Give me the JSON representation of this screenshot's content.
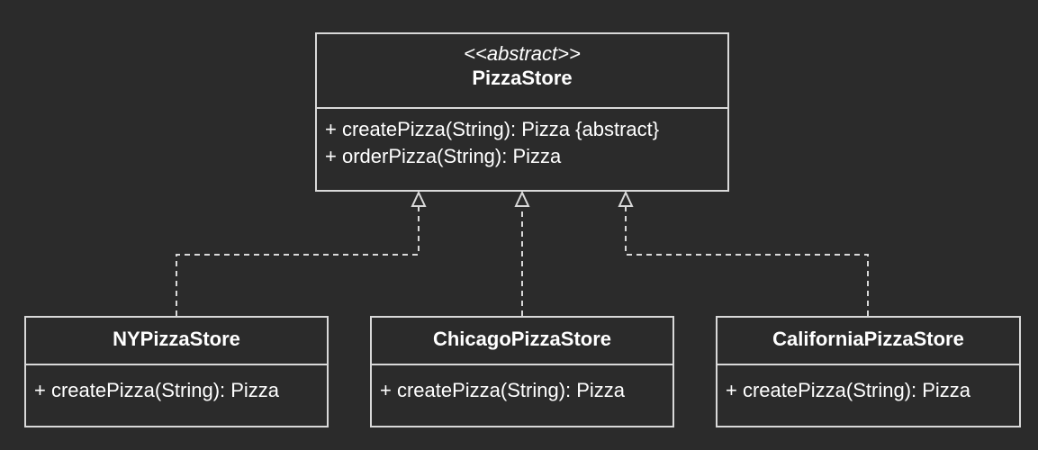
{
  "abstract_class": {
    "stereotype": "<<abstract>>",
    "name": "PizzaStore",
    "methods": [
      "+ createPizza(String): Pizza {abstract}",
      "+ orderPizza(String): Pizza"
    ]
  },
  "subclasses": [
    {
      "name": "NYPizzaStore",
      "methods": [
        "+ createPizza(String): Pizza"
      ]
    },
    {
      "name": "ChicagoPizzaStore",
      "methods": [
        "+ createPizza(String): Pizza"
      ]
    },
    {
      "name": "CaliforniaPizzaStore",
      "methods": [
        "+ createPizza(String): Pizza"
      ]
    }
  ],
  "relationships": [
    {
      "from": "NYPizzaStore",
      "to": "PizzaStore",
      "type": "realization"
    },
    {
      "from": "ChicagoPizzaStore",
      "to": "PizzaStore",
      "type": "realization"
    },
    {
      "from": "CaliforniaPizzaStore",
      "to": "PizzaStore",
      "type": "realization"
    }
  ],
  "colors": {
    "background": "#2b2b2b",
    "border": "#d9d9d9",
    "text": "#ffffff"
  }
}
